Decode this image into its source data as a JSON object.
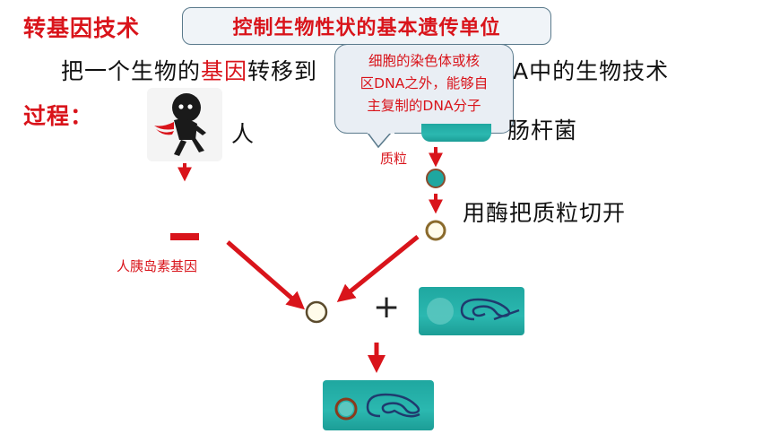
{
  "header": {
    "title": "转基因技术",
    "callout_top": "控制生物性状的基本遗传单位"
  },
  "definition": {
    "part1": "把一个生物的",
    "part2": "基因",
    "part3": "转移到",
    "part4": "A中的生物技术"
  },
  "process_label": "过程：",
  "callout_plasmid": {
    "line1": "细胞的染色体或核",
    "line2": "区DNA之外，能够自",
    "line3": "主复制的DNA分子"
  },
  "labels": {
    "human": "人",
    "ecoli": "肠杆菌",
    "plasmid": "质粒",
    "cut_plasmid": "用酶把质粒切开",
    "insulin_gene": "人胰岛素基因",
    "plus": "+"
  },
  "colors": {
    "accent_red": "#d9141b",
    "teal": "#1fa7a0",
    "dark_blue": "#1f3a6e"
  }
}
